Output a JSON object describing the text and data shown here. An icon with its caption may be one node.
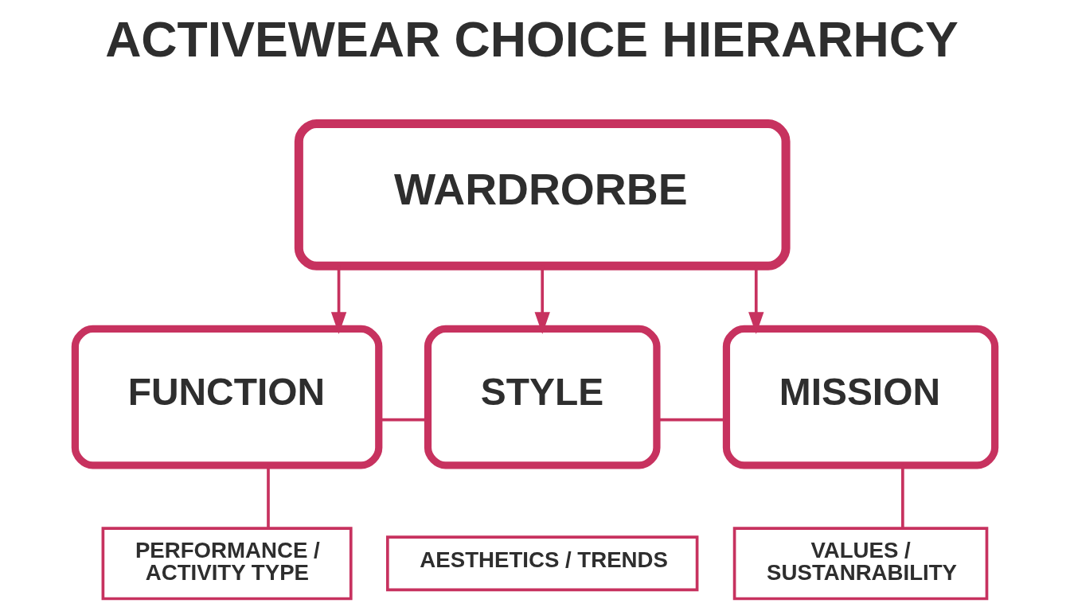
{
  "diagram": {
    "title": "ACTIVEWEAR CHOICE HIERARHCY",
    "nodes": [
      {
        "text": [
          "WARDRORBE"
        ]
      },
      {
        "text": [
          "FUNCTION"
        ]
      },
      {
        "text": [
          "STYLE"
        ]
      },
      {
        "text": [
          "MISSION"
        ]
      },
      {
        "text": [
          "PERFORMANCE / ACTIVITY TYPE"
        ]
      },
      {
        "text": [
          "AESTHETICS / TRENDS"
        ]
      },
      {
        "text": [
          "VALUES / SUSTANRABILITY"
        ]
      }
    ],
    "edges": [
      {
        "from": 0,
        "to": 1,
        "arrow": "to"
      },
      {
        "from": 0,
        "to": 2,
        "arrow": "to"
      },
      {
        "from": 0,
        "to": 3,
        "arrow": "to"
      },
      {
        "from": 1,
        "to": 2,
        "arrow": "none"
      },
      {
        "from": 1,
        "to": 4,
        "arrow": "none"
      },
      {
        "from": 2,
        "to": 3,
        "arrow": "none"
      },
      {
        "from": 3,
        "to": 6,
        "arrow": "none"
      }
    ]
  }
}
